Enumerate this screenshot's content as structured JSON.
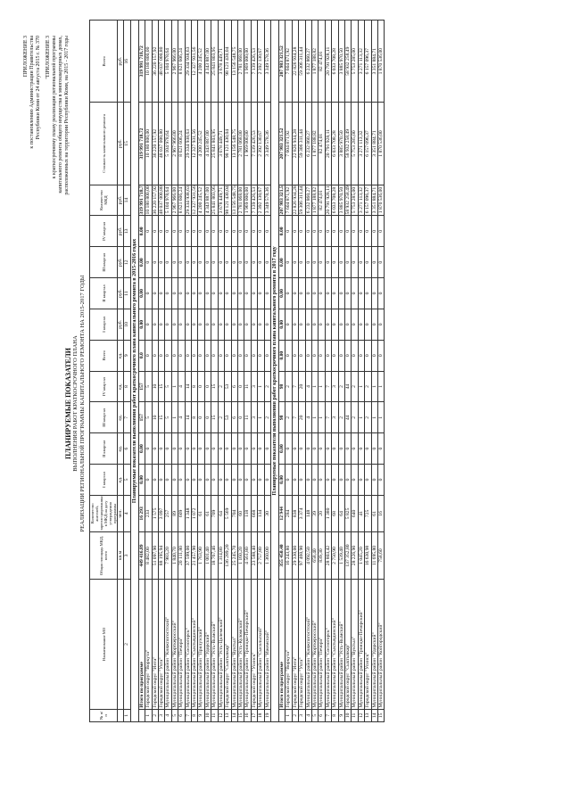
{
  "header": {
    "appendix_main": "ПРИЛОЖЕНИЕ 3",
    "appendix_line2": "к постановлению Администрации Правительства",
    "appendix_line3": "Республики Коми от 24 августа 2015 г. № 370",
    "appendix_sub": "\"ПРИЛОЖЕНИЕ 3",
    "appendix_sub_line2": "к краткосрочному плану реализации региональной программы",
    "appendix_sub_line3": "капитального ремонта общего имущества в многоквартирных домах,",
    "appendix_sub_line4": "расположенных на территории Республики Коми, на 2015 - 2017 годы"
  },
  "title": {
    "line1": "ПЛАНИРУЕМЫЕ ПОКАЗАТЕЛИ",
    "line2": "ВЫПОЛНЕНИЯ РАБОТ КРАТКОСРОЧНОГО ПЛАНА",
    "line3": "РЕАЛИЗАЦИИ РЕГИОНАЛЬНОЙ ПРОГРАММЫ КАПИТАЛЬНОГО РЕМОНТА НА 2015-2017 ГОДЫ"
  },
  "columns": {
    "num": "№ п/п",
    "name": "Наименование МО",
    "area": "Общая площадь МКД, всего",
    "residents": "Количество жителей, зарегистрированных в МКД на дату утверждения программы",
    "q1": "I квартал",
    "q2": "II квартал",
    "q3": "III квартал",
    "q4": "IV квартал",
    "total": "Всего",
    "unit_m2": "кв.м",
    "unit_people": "чел.",
    "unit_units": "ед.",
    "unit_rub": "руб.",
    "group_count": "Количество МКД",
    "group_cost": "Стоимость капитального ремонта",
    "idx": [
      "1",
      "2",
      "3",
      "4",
      "5",
      "6",
      "7",
      "8",
      "9",
      "10",
      "11",
      "12",
      "13",
      "14",
      "15",
      "16"
    ]
  },
  "sections": [
    {
      "title": "Планируемые показатели выполнения работ краткосрочного плана капитального ремонта в 2015-2016 годах",
      "total_row": [
        "",
        "Итого по программе",
        "449 416,89",
        "16 293",
        "0,00",
        "0,00",
        "157",
        "157",
        "0,0",
        "319 991 718,72",
        "319 991 718,72"
      ],
      "rows": [
        [
          "1",
          "Городской округ \"Воркута\"",
          "8 482,00",
          "233",
          "0",
          "0",
          "5",
          "5",
          "0",
          "10 180 800,00",
          "10 180 800,00"
        ],
        [
          "2",
          "Городской округ \"Инта\"",
          "51 097,90",
          "1 575",
          "0",
          "0",
          "10",
          "10",
          "0",
          "36 220 157,92",
          "36 220 157,92"
        ],
        [
          "3",
          "Городской округ \"Ухта\"",
          "88 195,94",
          "3 097",
          "0",
          "0",
          "15",
          "15",
          "0",
          "48 037 000,80",
          "48 037 000,80"
        ],
        [
          "4",
          "Муниципальный район \"Княжпогостский\"",
          "7 983,20",
          "257",
          "0",
          "0",
          "5",
          "5",
          "0",
          "5 104 978,64",
          "5 104 978,64"
        ],
        [
          "5",
          "Муниципальный район \"Корткеросский\"",
          "1 840,70",
          "89",
          "0",
          "0",
          "1",
          "1",
          "0",
          "2 967 966,00",
          "2 967 966,00"
        ],
        [
          "6",
          "Муниципальный район \"Печора\"",
          "20 111,80",
          "609",
          "0",
          "0",
          "4",
          "4",
          "0",
          "8 621 606,24",
          "8 621 606,24"
        ],
        [
          "7",
          "Муниципальный район \"Сосногорск\"",
          "37 599,00",
          "1 348",
          "0",
          "0",
          "14",
          "14",
          "0",
          "29 334 938,63",
          "29 334 938,63"
        ],
        [
          "8",
          "Муниципальный район \"Сыктывдинский\"",
          "21 457,90",
          "1 072",
          "0",
          "0",
          "8",
          "8",
          "0",
          "12 327 931,56",
          "12 327 931,56"
        ],
        [
          "9",
          "Муниципальный район \"Прилузский\"",
          "1 763,90",
          "61",
          "0",
          "0",
          "0",
          "0",
          "0",
          "4 200 245,52",
          "4 200 245,52"
        ],
        [
          "10",
          "Муниципальный район \"Удорский\"",
          "1 001,40",
          "61",
          "0",
          "0",
          "0",
          "0",
          "0",
          "4 343 887,00",
          "4 343 887,00"
        ],
        [
          "11",
          "Муниципальный район \"Усть-Вымский\"",
          "18 767,46",
          "709",
          "0",
          "0",
          "15",
          "15",
          "0",
          "25 841 803,95",
          "25 841 803,95"
        ],
        [
          "12",
          "Муниципальный район \"Усть-Цилемский\"",
          "1 314,80",
          "64",
          "0",
          "0",
          "2",
          "2",
          "0",
          "3 678 449,71",
          "3 678 449,71"
        ],
        [
          "13",
          "Городской округ \"Сыктывкар\"",
          "136 289,20",
          "5 569",
          "0",
          "0",
          "53",
          "53",
          "0",
          "98 121 430,04",
          "98 121 430,04"
        ],
        [
          "14",
          "Муниципальный район \"Вуктыл\"",
          "25 245,70",
          "704",
          "0",
          "0",
          "6",
          "6",
          "0",
          "13 156 548,75",
          "13 156 548,75"
        ],
        [
          "15",
          "Муниципальный район \"Усть-Куломский\"",
          "1 160,20",
          "60",
          "0",
          "0",
          "0",
          "0",
          "0",
          "2 781 068,00",
          "2 781 068,00"
        ],
        [
          "16",
          "Муниципальный район \"Троицко-Печорский\"",
          "4 561,80",
          "118",
          "0",
          "0",
          "11",
          "11",
          "0",
          "1 969 000,00",
          "1 969 000,00"
        ],
        [
          "17",
          "Городской округ \"Усинск\"",
          "23 588,40",
          "668",
          "0",
          "0",
          "3",
          "3",
          "0",
          "7 139 426,53",
          "7 139 426,53"
        ],
        [
          "18",
          "Муниципальный район \"Сысольский\"",
          "2 757,80",
          "134",
          "0",
          "0",
          "1",
          "1",
          "0",
          "2 392 130,67",
          "2 392 130,67"
        ],
        [
          "19",
          "Муниципальный район \"Ижемский\"",
          "1 360,00",
          "30",
          "0",
          "0",
          "2",
          "2",
          "0",
          "3 349 578,36",
          "3 349 578,36"
        ]
      ]
    },
    {
      "title": "Планируемые показатели выполнения работ краткосрочного плана капитального ремонта в 2017 году",
      "total_row": [
        "",
        "Итого по программе",
        "355 450,40",
        "12 944",
        "0,00",
        "0,00",
        "98",
        "98",
        "0,00",
        "207 983 321,52",
        "207 983 321,52"
      ],
      "rows": [
        [
          "1",
          "Городской округ \"Воркута\"",
          "16 243,80",
          "284",
          "0",
          "0",
          "2",
          "2",
          "0",
          "7 604 871,92",
          "7 604 871,92"
        ],
        [
          "2",
          "Городской округ \"Инта\"",
          "29 330,00",
          "838",
          "0",
          "0",
          "7",
          "7",
          "0",
          "22 826 934,28",
          "22 826 934,28"
        ],
        [
          "3",
          "Городской округ \"Ухта\"",
          "97 460,90",
          "3 374",
          "0",
          "0",
          "20",
          "20",
          "0",
          "59 306 311,44",
          "59 306 311,44"
        ],
        [
          "4",
          "Муниципальный район \"Княжпогостский\"",
          "4 092,50",
          "148",
          "0",
          "0",
          "4",
          "4",
          "0",
          "6 232 860,27",
          "6 232 860,27"
        ],
        [
          "5",
          "Муниципальный район \"Корткеросский\"",
          "658,40",
          "39",
          "0",
          "0",
          "1",
          "1",
          "0",
          "1 877 188,82",
          "1 877 188,82"
        ],
        [
          "6",
          "Муниципальный район \"Печора\"",
          "839,30",
          "20",
          "0",
          "0",
          "1",
          "1",
          "0",
          "82 474,01",
          "82 474,01"
        ],
        [
          "7",
          "Муниципальный район \"Сосногорск\"",
          "28 803,42",
          "1 380",
          "0",
          "0",
          "7",
          "7",
          "0",
          "20 791 928,11",
          "20 791 928,11"
        ],
        [
          "8",
          "Муниципальный район \"Сыктывдинский\"",
          "2 750,90",
          "68",
          "0",
          "0",
          "3",
          "3",
          "0",
          "6 033 708,28",
          "6 033 708,28"
        ],
        [
          "9",
          "Муниципальный район \"Усть-Вымский\"",
          "1 539,40",
          "64",
          "0",
          "0",
          "2",
          "2",
          "0",
          "3 885 970,50",
          "3 885 970,50"
        ],
        [
          "10",
          "Городской округ \"Сыктывкар\"",
          "137 352,80",
          "5 825",
          "0",
          "0",
          "44",
          "44",
          "0",
          "58 932 258,49",
          "58 932 258,49"
        ],
        [
          "11",
          "Муниципальный район \"Вуктыл\"",
          "28 226,90",
          "640",
          "0",
          "0",
          "2",
          "2",
          "0",
          "5 753 285,00",
          "5 753 285,00"
        ],
        [
          "12",
          "Муниципальный район \"Троицко-Печорский\"",
          "1 045,20",
          "41",
          "0",
          "0",
          "1",
          "1",
          "0",
          "3 271 113,32",
          "3 271 113,32"
        ],
        [
          "13",
          "Городской округ \"Усинск\"",
          "16 630,98",
          "725",
          "0",
          "0",
          "2",
          "2",
          "0",
          "6 157 096,37",
          "6 157 096,37"
        ],
        [
          "14",
          "Муниципальный район \"Удорский\"",
          "11 695,80",
          "61",
          "0",
          "0",
          "1",
          "1",
          "0",
          "3 351 884,71",
          "3 351 884,71"
        ],
        [
          "15",
          "Муниципальный район \"Койгородский\"",
          "758,60",
          "16",
          "0",
          "0",
          "1",
          "1",
          "0",
          "1 870 536,00",
          "1 870 536,00"
        ]
      ]
    }
  ]
}
